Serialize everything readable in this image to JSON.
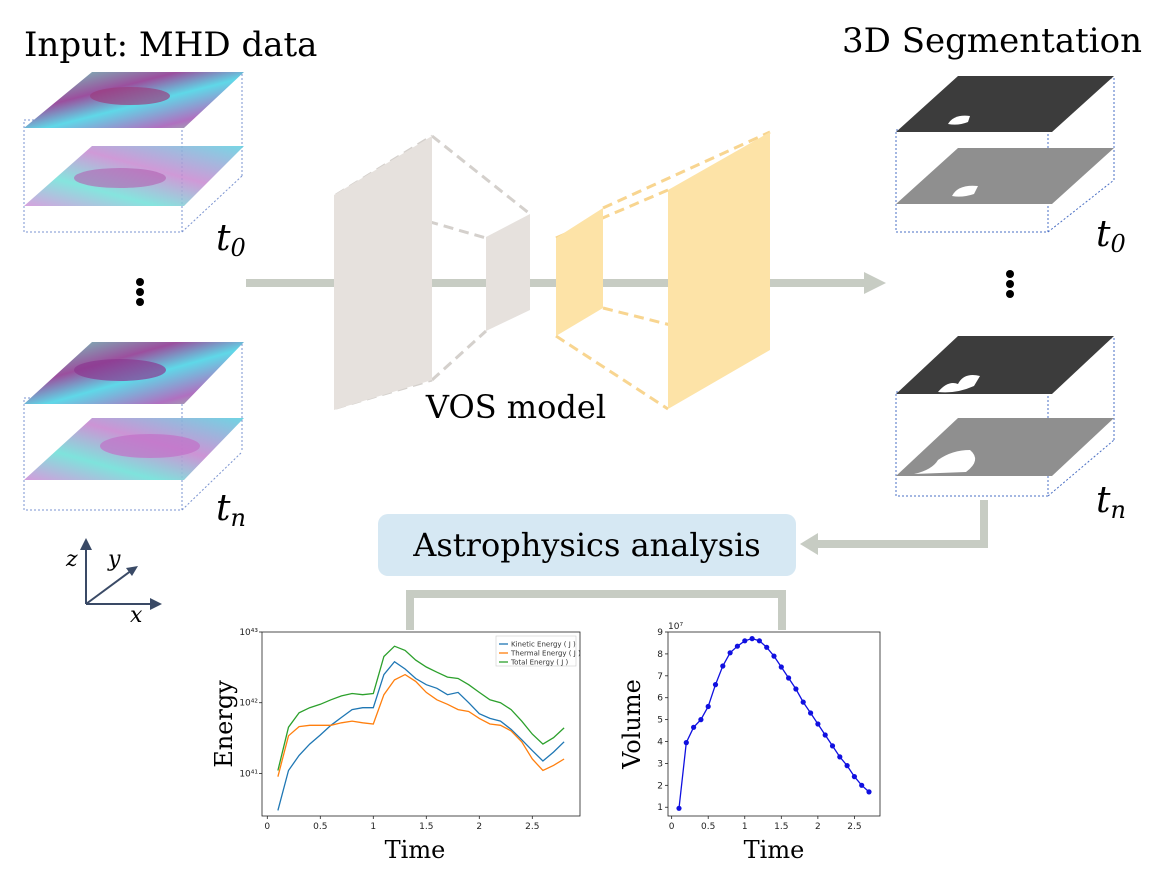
{
  "diagram": {
    "input_title": "Input: MHD data",
    "output_title": "3D Segmentation",
    "model_label": "VOS model",
    "analysis_label": "Astrophysics analysis",
    "time_labels": {
      "t0_base": "t",
      "t0_sub": "0",
      "tn_base": "t",
      "tn_sub": "n"
    },
    "axes_labels": {
      "x": "x",
      "y": "y",
      "z": "z"
    },
    "colors": {
      "encoder": "#e6e1dd",
      "decoder": "#fde3a7",
      "arrow": "#c7ccc3",
      "analysis_box": "#d6e8f3",
      "seg_dark": "#3c3c3c",
      "seg_gray": "#8f8f8f",
      "frame": "#4a6fc4"
    }
  },
  "chart_data": [
    {
      "type": "line",
      "ylabel": "Energy",
      "xlabel": "Time",
      "yscale": "log",
      "ylim": [
        2.5e+40,
        1e+43
      ],
      "xlim": [
        -0.05,
        2.95
      ],
      "xticks": [
        "0",
        "0.5",
        "1",
        "1.5",
        "2",
        "2.5"
      ],
      "xtick_values": [
        0,
        0.5,
        1,
        1.5,
        2,
        2.5
      ],
      "yticks": [
        "10⁴¹",
        "10⁴²",
        "10⁴³"
      ],
      "ytick_values": [
        1e+41,
        1e+42,
        1e+43
      ],
      "legend_position": "top-right",
      "x": [
        0.1,
        0.2,
        0.3,
        0.4,
        0.5,
        0.6,
        0.7,
        0.8,
        0.9,
        1.0,
        1.1,
        1.2,
        1.3,
        1.4,
        1.5,
        1.6,
        1.7,
        1.8,
        1.9,
        2.0,
        2.1,
        2.2,
        2.3,
        2.4,
        2.5,
        2.6,
        2.7,
        2.8
      ],
      "series": [
        {
          "name": "Kinetic Energy ( J )",
          "color": "#1f77b4",
          "values": [
            3e+40,
            1.1e+41,
            1.8e+41,
            2.6e+41,
            3.5e+41,
            4.8e+41,
            6.2e+41,
            8e+41,
            8.5e+41,
            8.5e+41,
            2.5e+42,
            3.8e+42,
            3e+42,
            2.2e+42,
            1.8e+42,
            1.6e+42,
            1.3e+42,
            1.4e+42,
            1e+42,
            7e+41,
            6e+41,
            5.5e+41,
            4.2e+41,
            3e+41,
            2.1e+41,
            1.5e+41,
            2e+41,
            2.8e+41
          ]
        },
        {
          "name": "Thermal Energy ( J )",
          "color": "#ff7f0e",
          "values": [
            9e+40,
            3.4e+41,
            4.6e+41,
            4.8e+41,
            4.8e+41,
            4.8e+41,
            5.2e+41,
            5.5e+41,
            5.2e+41,
            5e+41,
            1.3e+42,
            2.1e+42,
            2.5e+42,
            2e+42,
            1.4e+42,
            1.1e+42,
            9.5e+41,
            8e+41,
            7.5e+41,
            6e+41,
            5e+41,
            4.8e+41,
            4e+41,
            2.8e+41,
            1.6e+41,
            1.1e+41,
            1.3e+41,
            1.6e+41
          ]
        },
        {
          "name": "Total Energy ( J )",
          "color": "#2ca02c",
          "values": [
            1.1e+41,
            4.5e+41,
            7.2e+41,
            8.5e+41,
            9.5e+41,
            1.1e+42,
            1.25e+42,
            1.35e+42,
            1.3e+42,
            1.35e+42,
            4.5e+42,
            6.3e+42,
            5.5e+42,
            4e+42,
            3.2e+42,
            2.7e+42,
            2.3e+42,
            2.2e+42,
            1.8e+42,
            1.4e+42,
            1.1e+42,
            1e+42,
            8e+41,
            5.5e+41,
            3.6e+41,
            2.6e+41,
            3.2e+41,
            4.4e+41
          ]
        }
      ]
    },
    {
      "type": "line",
      "ylabel": "Volume",
      "xlabel": "Time",
      "ylim": [
        0.6,
        9
      ],
      "xlim": [
        -0.05,
        2.85
      ],
      "xticks": [
        "0",
        "0.5",
        "1",
        "1.5",
        "2",
        "2.5"
      ],
      "xtick_values": [
        0,
        0.5,
        1,
        1.5,
        2,
        2.5
      ],
      "yticks": [
        "1",
        "2",
        "3",
        "4",
        "5",
        "6",
        "7",
        "8",
        "9"
      ],
      "ytick_values": [
        1,
        2,
        3,
        4,
        5,
        6,
        7,
        8,
        9
      ],
      "y_multiplier": "10⁷",
      "series": [
        {
          "color": "#1010e0",
          "x": [
            0.1,
            0.2,
            0.3,
            0.4,
            0.5,
            0.6,
            0.7,
            0.8,
            0.9,
            1.0,
            1.1,
            1.2,
            1.3,
            1.4,
            1.5,
            1.6,
            1.7,
            1.8,
            1.9,
            2.0,
            2.1,
            2.2,
            2.3,
            2.4,
            2.5,
            2.6,
            2.7
          ],
          "values": [
            0.95,
            3.95,
            4.65,
            5.0,
            5.6,
            6.6,
            7.45,
            8.05,
            8.35,
            8.6,
            8.7,
            8.6,
            8.3,
            7.9,
            7.4,
            6.9,
            6.4,
            5.8,
            5.3,
            4.8,
            4.3,
            3.8,
            3.3,
            2.9,
            2.4,
            2.0,
            1.7
          ]
        }
      ]
    }
  ]
}
